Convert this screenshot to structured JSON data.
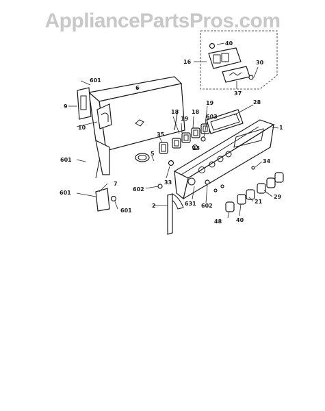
{
  "watermark": "AppliancePartsPros.com",
  "callouts": {
    "c16": "16",
    "c40a": "40",
    "c30": "30",
    "c37": "37",
    "c601a": "601",
    "c6": "6",
    "c9": "9",
    "c10": "10",
    "c601b": "601",
    "c601c": "601",
    "c7": "7",
    "c601d": "601",
    "c2": "2",
    "c602a": "602",
    "c18a": "18",
    "c35": "35",
    "c18b": "18",
    "c19a": "19",
    "c19b": "19",
    "c5": "5",
    "c33a": "33",
    "c33b": "33",
    "c603": "603",
    "c28": "28",
    "c1": "1",
    "c34": "34",
    "c48": "48",
    "c40b": "40",
    "c21a": "21",
    "c29": "29",
    "c631": "631",
    "c602b": "602"
  }
}
